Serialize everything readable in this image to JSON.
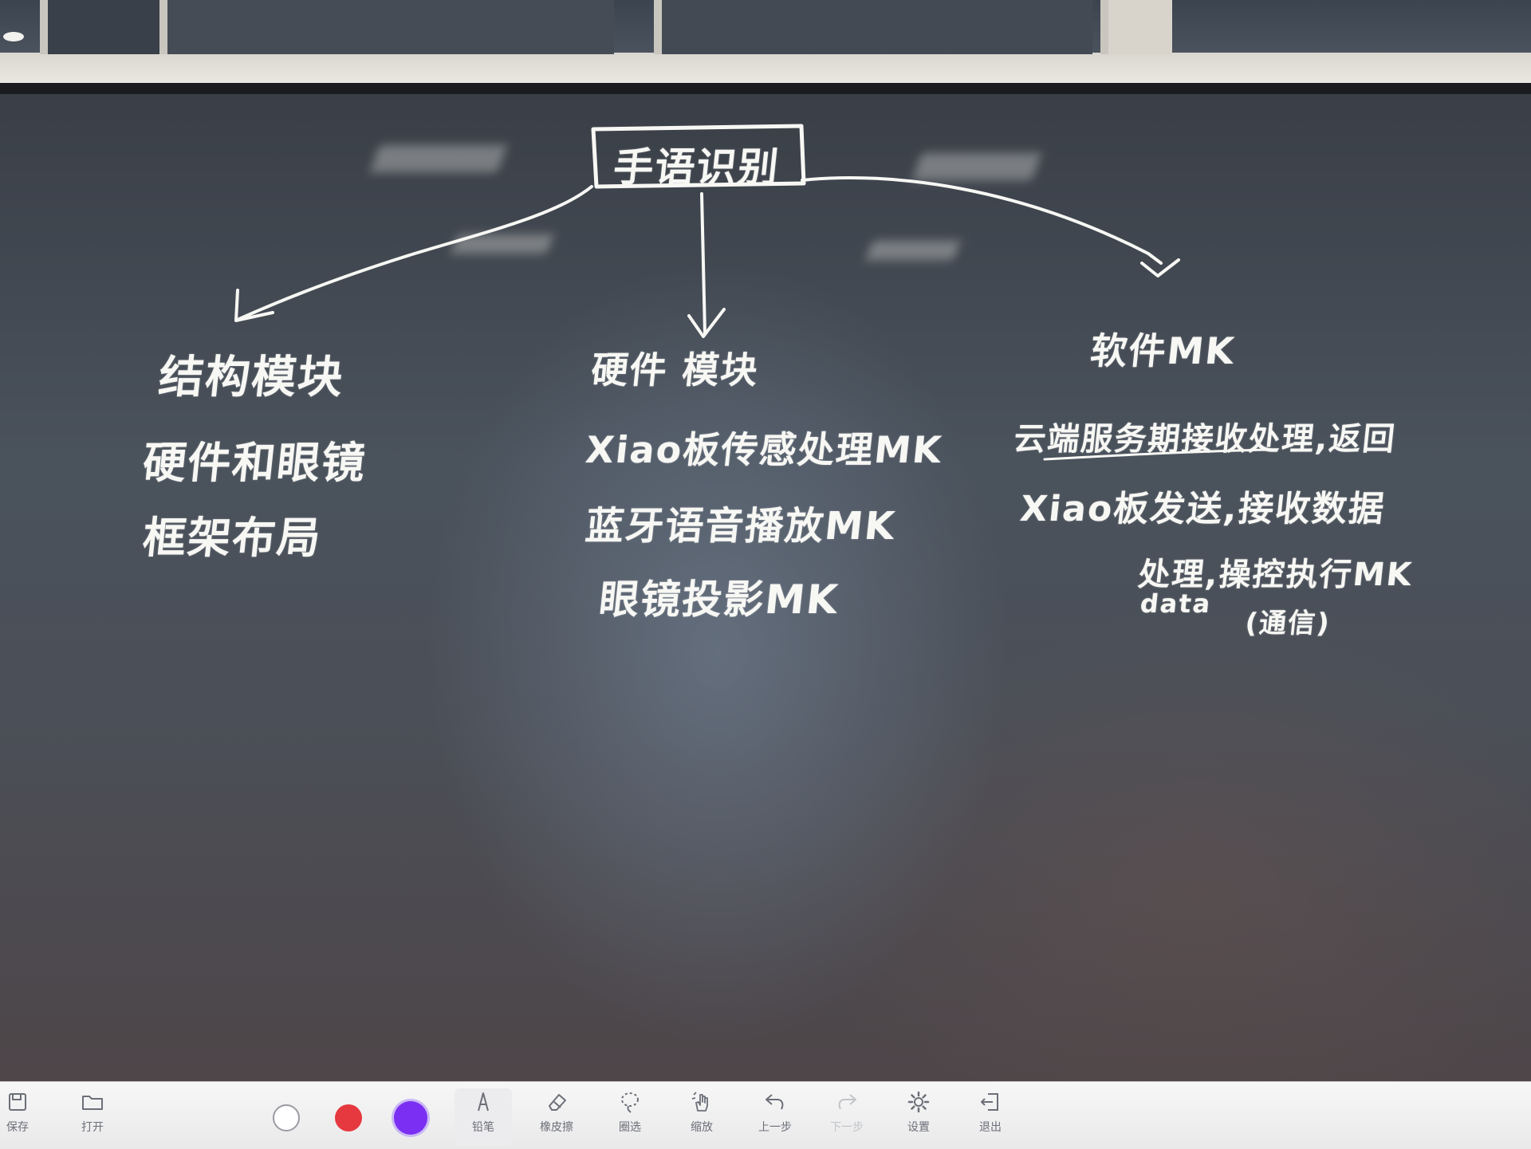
{
  "board": {
    "title": "手语识别",
    "columns": [
      {
        "header": "结构模块",
        "lines": [
          "硬件和眼镜",
          "框架布局"
        ]
      },
      {
        "header": "硬件 模块",
        "lines": [
          "Xiao板传感处理MK",
          "蓝牙语音播放MK",
          "眼镜投影MK"
        ]
      },
      {
        "header": "软件MK",
        "lines": [
          "云端服务期接收处理,返回",
          "Xiao板发送,接收数据",
          "处理,操控执行MK",
          "data",
          "(通信)"
        ]
      }
    ]
  },
  "toolbar": {
    "save_label": "保存",
    "open_label": "打开",
    "pencil_label": "铅笔",
    "eraser_label": "橡皮擦",
    "lasso_label": "圈选",
    "zoom_label": "缩放",
    "undo_label": "上一步",
    "redo_label": "下一步",
    "settings_label": "设置",
    "exit_label": "退出",
    "colors": [
      "#ffffff",
      "#e5393f",
      "#7b2ff2"
    ],
    "selected_color": "#7b2ff2",
    "active_tool": "pencil"
  }
}
